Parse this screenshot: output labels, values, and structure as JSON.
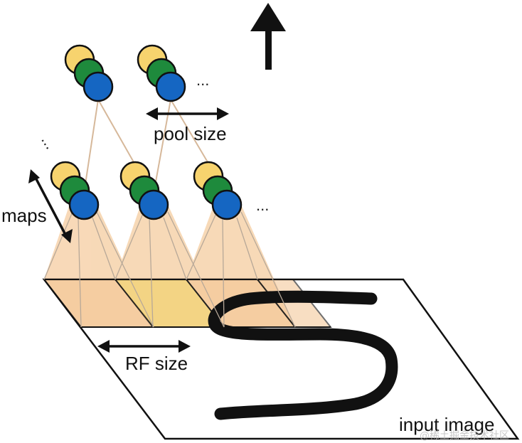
{
  "labels": {
    "pool_size": "pool size",
    "maps": "maps",
    "rf_size": "RF size",
    "input_image": "input image",
    "ellipsis": "...",
    "watermark": "@稀土掘金技术社区"
  },
  "colors": {
    "unit_yellow": "#F7D36E",
    "unit_green": "#1E8A3C",
    "unit_blue": "#1566C2",
    "receptive_field": "#F5C99A",
    "rf_highlight": "#F2D26A",
    "connection": "#D6B89A",
    "outline": "#111111"
  },
  "icons": {
    "up_arrow": "up-arrow-icon",
    "double_arrow": "double-arrow-icon"
  }
}
